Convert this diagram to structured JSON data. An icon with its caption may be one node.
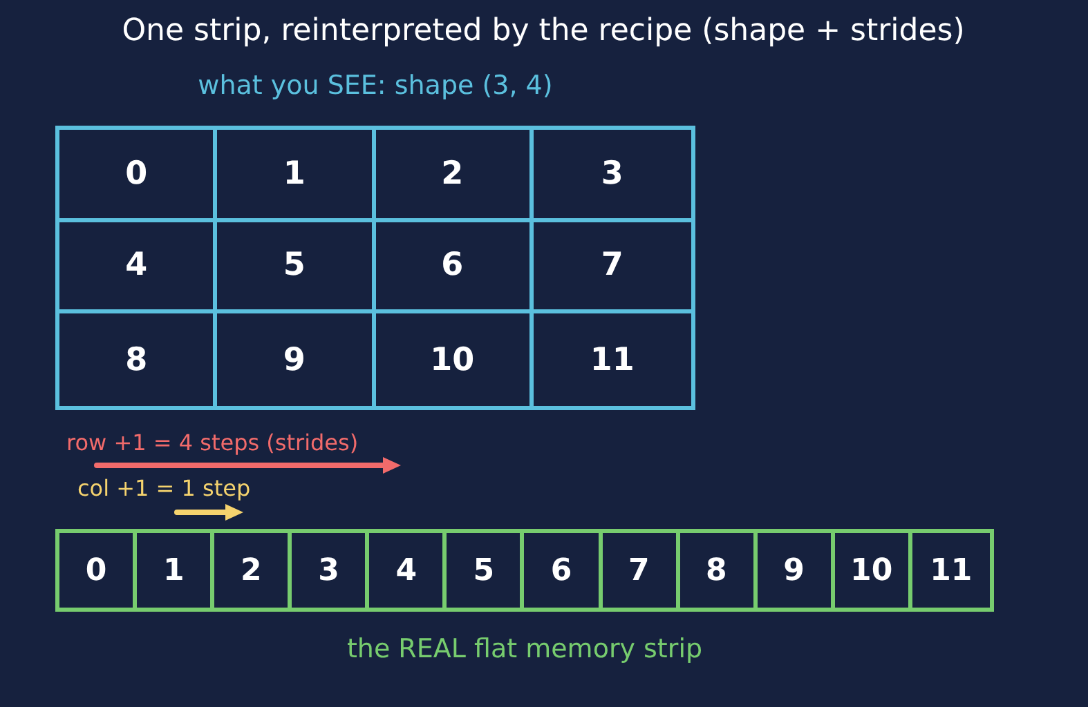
{
  "diagram": {
    "title": "One strip, reinterpreted by the recipe (shape + strides)",
    "nodes": [
      {
        "text": [
          "what you SEE: shape (3, 4)"
        ]
      },
      {
        "text": [
          "0"
        ],
        "in": 0
      },
      {
        "text": [
          "1"
        ],
        "in": 0
      },
      {
        "text": [
          "2"
        ],
        "in": 0
      },
      {
        "text": [
          "3"
        ],
        "in": 0
      },
      {
        "text": [
          "4"
        ],
        "in": 0
      },
      {
        "text": [
          "5"
        ],
        "in": 0
      },
      {
        "text": [
          "6"
        ],
        "in": 0
      },
      {
        "text": [
          "7"
        ],
        "in": 0
      },
      {
        "text": [
          "8"
        ],
        "in": 0
      },
      {
        "text": [
          "9"
        ],
        "in": 0
      },
      {
        "text": [
          "10"
        ],
        "in": 0
      },
      {
        "text": [
          "11"
        ],
        "in": 0
      },
      {
        "text": [
          "the REAL flat memory strip"
        ]
      },
      {
        "text": [
          "0"
        ],
        "in": 13
      },
      {
        "text": [
          "1"
        ],
        "in": 13
      },
      {
        "text": [
          "2"
        ],
        "in": 13
      },
      {
        "text": [
          "3"
        ],
        "in": 13
      },
      {
        "text": [
          "4"
        ],
        "in": 13
      },
      {
        "text": [
          "5"
        ],
        "in": 13
      },
      {
        "text": [
          "6"
        ],
        "in": 13
      },
      {
        "text": [
          "7"
        ],
        "in": 13
      },
      {
        "text": [
          "8"
        ],
        "in": 13
      },
      {
        "text": [
          "9"
        ],
        "in": 13
      },
      {
        "text": [
          "10"
        ],
        "in": 13
      },
      {
        "text": [
          "11"
        ],
        "in": 13
      }
    ],
    "labels": [
      "row +1 = 4 steps (strides)",
      "col +1 = 1 step"
    ]
  }
}
